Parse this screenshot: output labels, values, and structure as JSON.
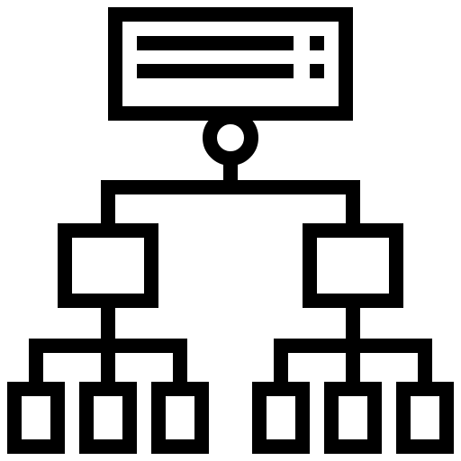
{
  "icon": {
    "name": "network-hierarchy-icon",
    "colors": {
      "stroke": "#000000",
      "background": "#ffffff"
    },
    "parts": {
      "root": "server-box",
      "connector": "node-circle",
      "level2_count": 2,
      "level3_count_per_parent": 3
    }
  }
}
